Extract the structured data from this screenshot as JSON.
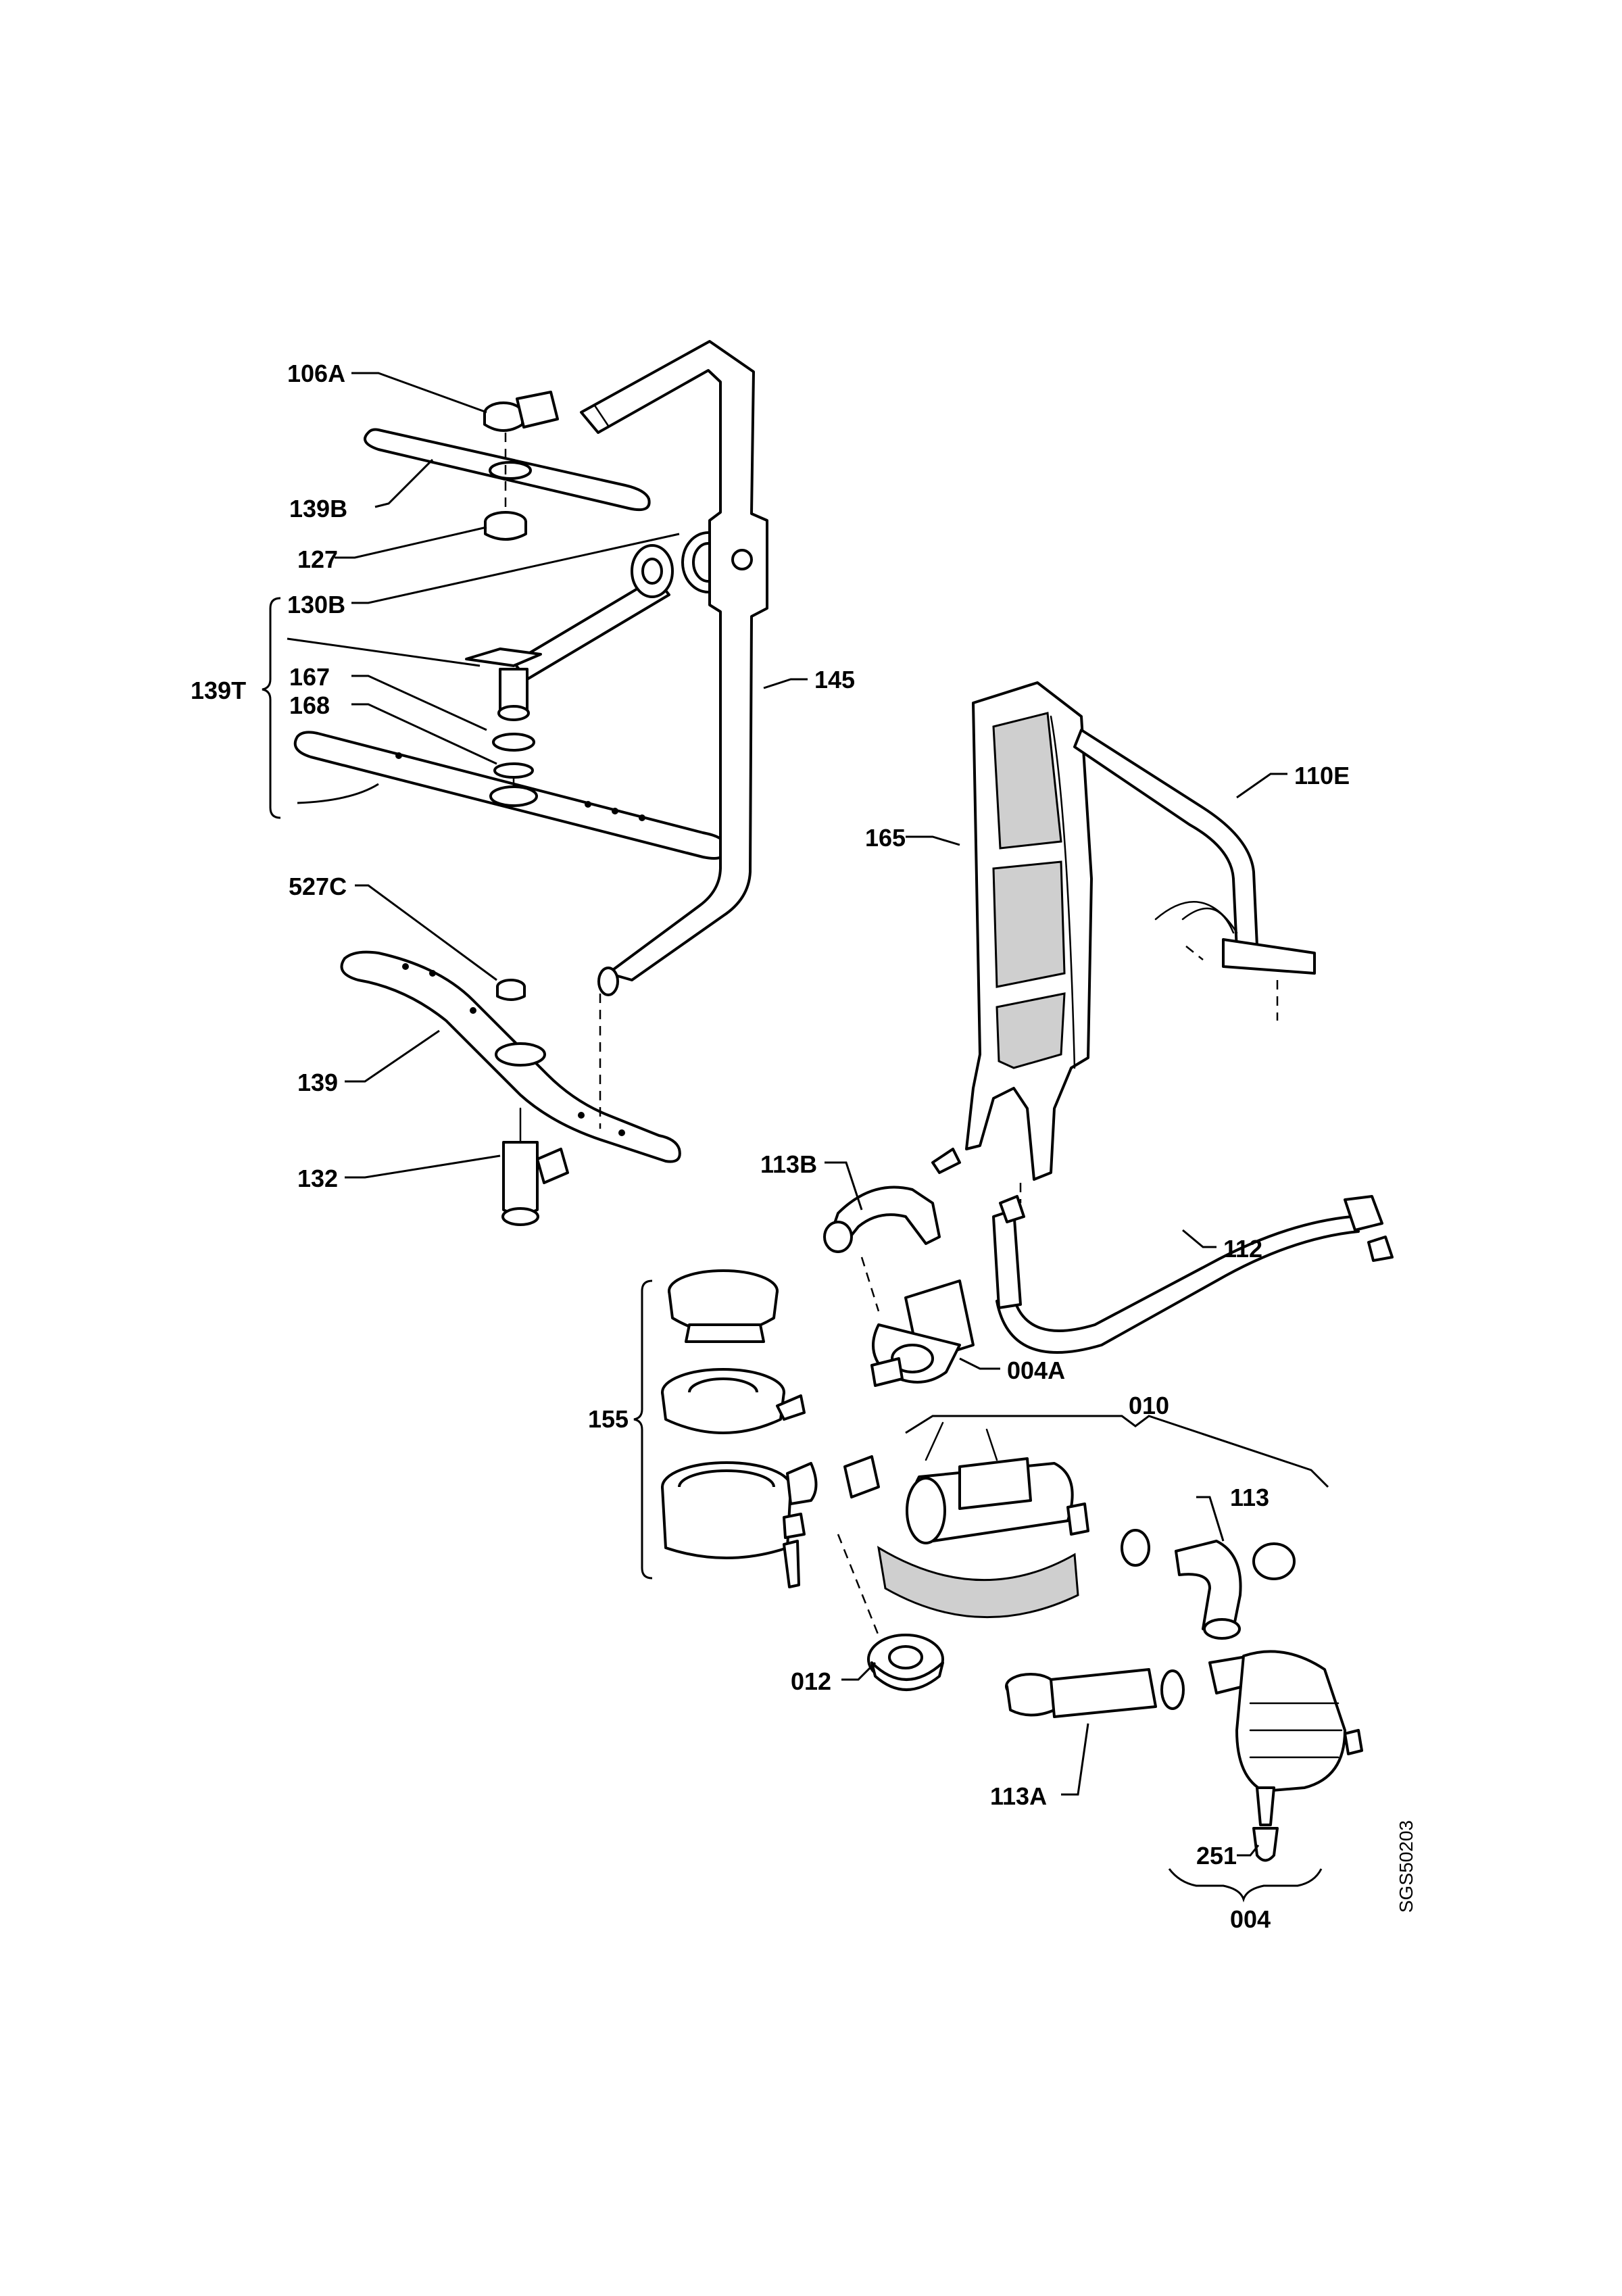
{
  "labels": {
    "l106A": "106A",
    "l139B": "139B",
    "l127": "127",
    "l130B": "130B",
    "l139T": "139T",
    "l167": "167",
    "l168": "168",
    "l145": "145",
    "l527C": "527C",
    "l139": "139",
    "l132": "132",
    "l165": "165",
    "l110E": "110E",
    "l113B": "113B",
    "l112": "112",
    "l004A": "004A",
    "l155": "155",
    "l010": "010",
    "l113": "113",
    "l012": "012",
    "l113A": "113A",
    "l251": "251",
    "l004": "004"
  },
  "drawing_code": "SGS50203"
}
